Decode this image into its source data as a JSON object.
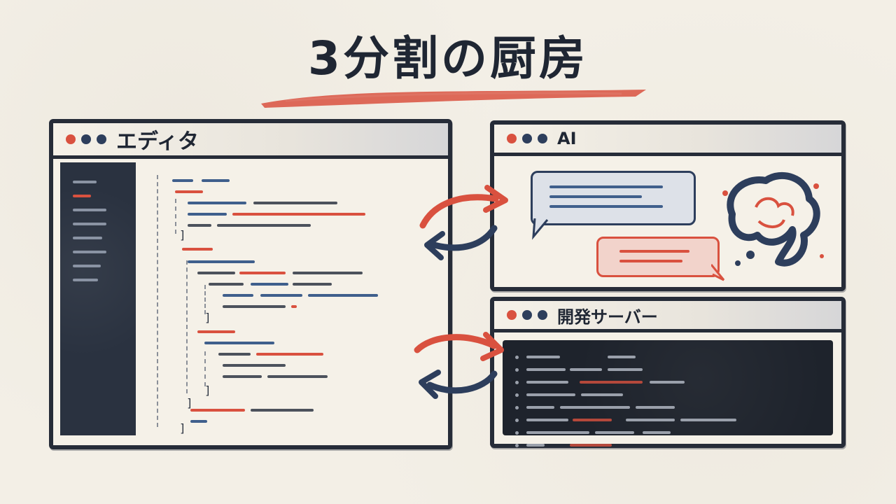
{
  "title": "3分割の厨房",
  "windows": {
    "editor": {
      "title": "エディタ"
    },
    "ai": {
      "title": "AI"
    },
    "server": {
      "title": "開発サーバー"
    }
  },
  "colors": {
    "ink": "#262c38",
    "accent_red": "#d9513f",
    "accent_blue": "#2d3e5c",
    "paper": "#f3efe6"
  },
  "icons": {
    "window_controls": [
      "red-dot",
      "navy-dot",
      "navy-dot"
    ],
    "ai_brain": "brain-swirl-icon",
    "arrows": [
      "red-arrow-right",
      "blue-arrow-left"
    ]
  }
}
